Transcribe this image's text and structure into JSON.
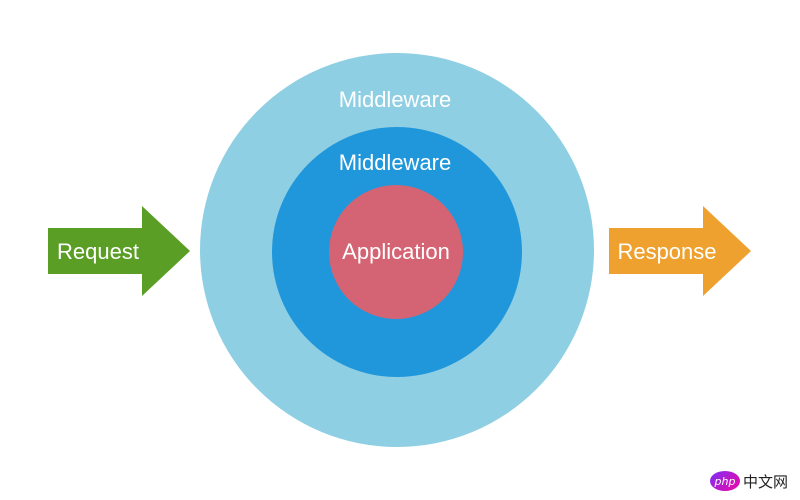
{
  "labels": {
    "outer": "Middleware",
    "inner": "Middleware",
    "core": "Application",
    "request": "Request",
    "response": "Response"
  },
  "colors": {
    "outer_ring": "#8fcfe3",
    "inner_ring": "#2097db",
    "core": "#d46473",
    "request_arrow": "#5a9e26",
    "response_arrow": "#eea12e",
    "text": "#ffffff"
  },
  "watermark": {
    "badge": "php",
    "text": "中文网"
  }
}
